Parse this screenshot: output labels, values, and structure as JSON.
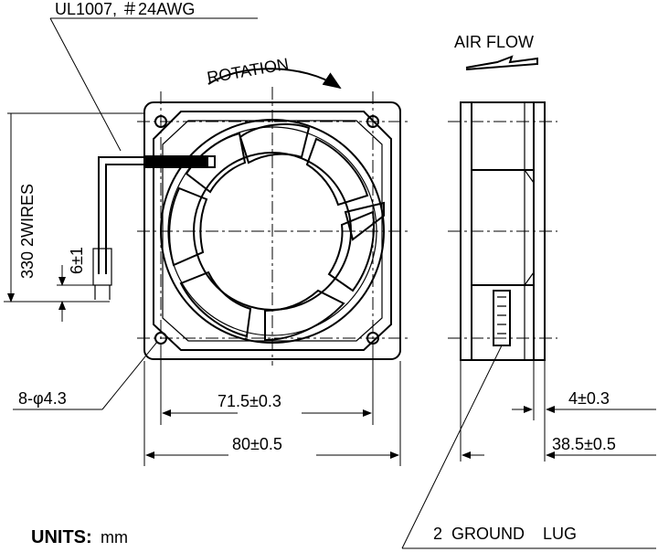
{
  "labels": {
    "wire_spec": "UL1007,  ＃24AWG",
    "rotation": "ROTATION",
    "air_flow": "AIR FLOW",
    "wire_length": "330  2WIRES",
    "strip_length": "6±1",
    "mount_holes": "8-φ4.3",
    "hole_pitch": "71.5±0.3",
    "frame_size": "80±0.5",
    "flange": "4±0.3",
    "depth": "38.5±0.5",
    "ground_lug": "2  GROUND    LUG",
    "units_label": "UNITS:",
    "units_value": "mm"
  }
}
